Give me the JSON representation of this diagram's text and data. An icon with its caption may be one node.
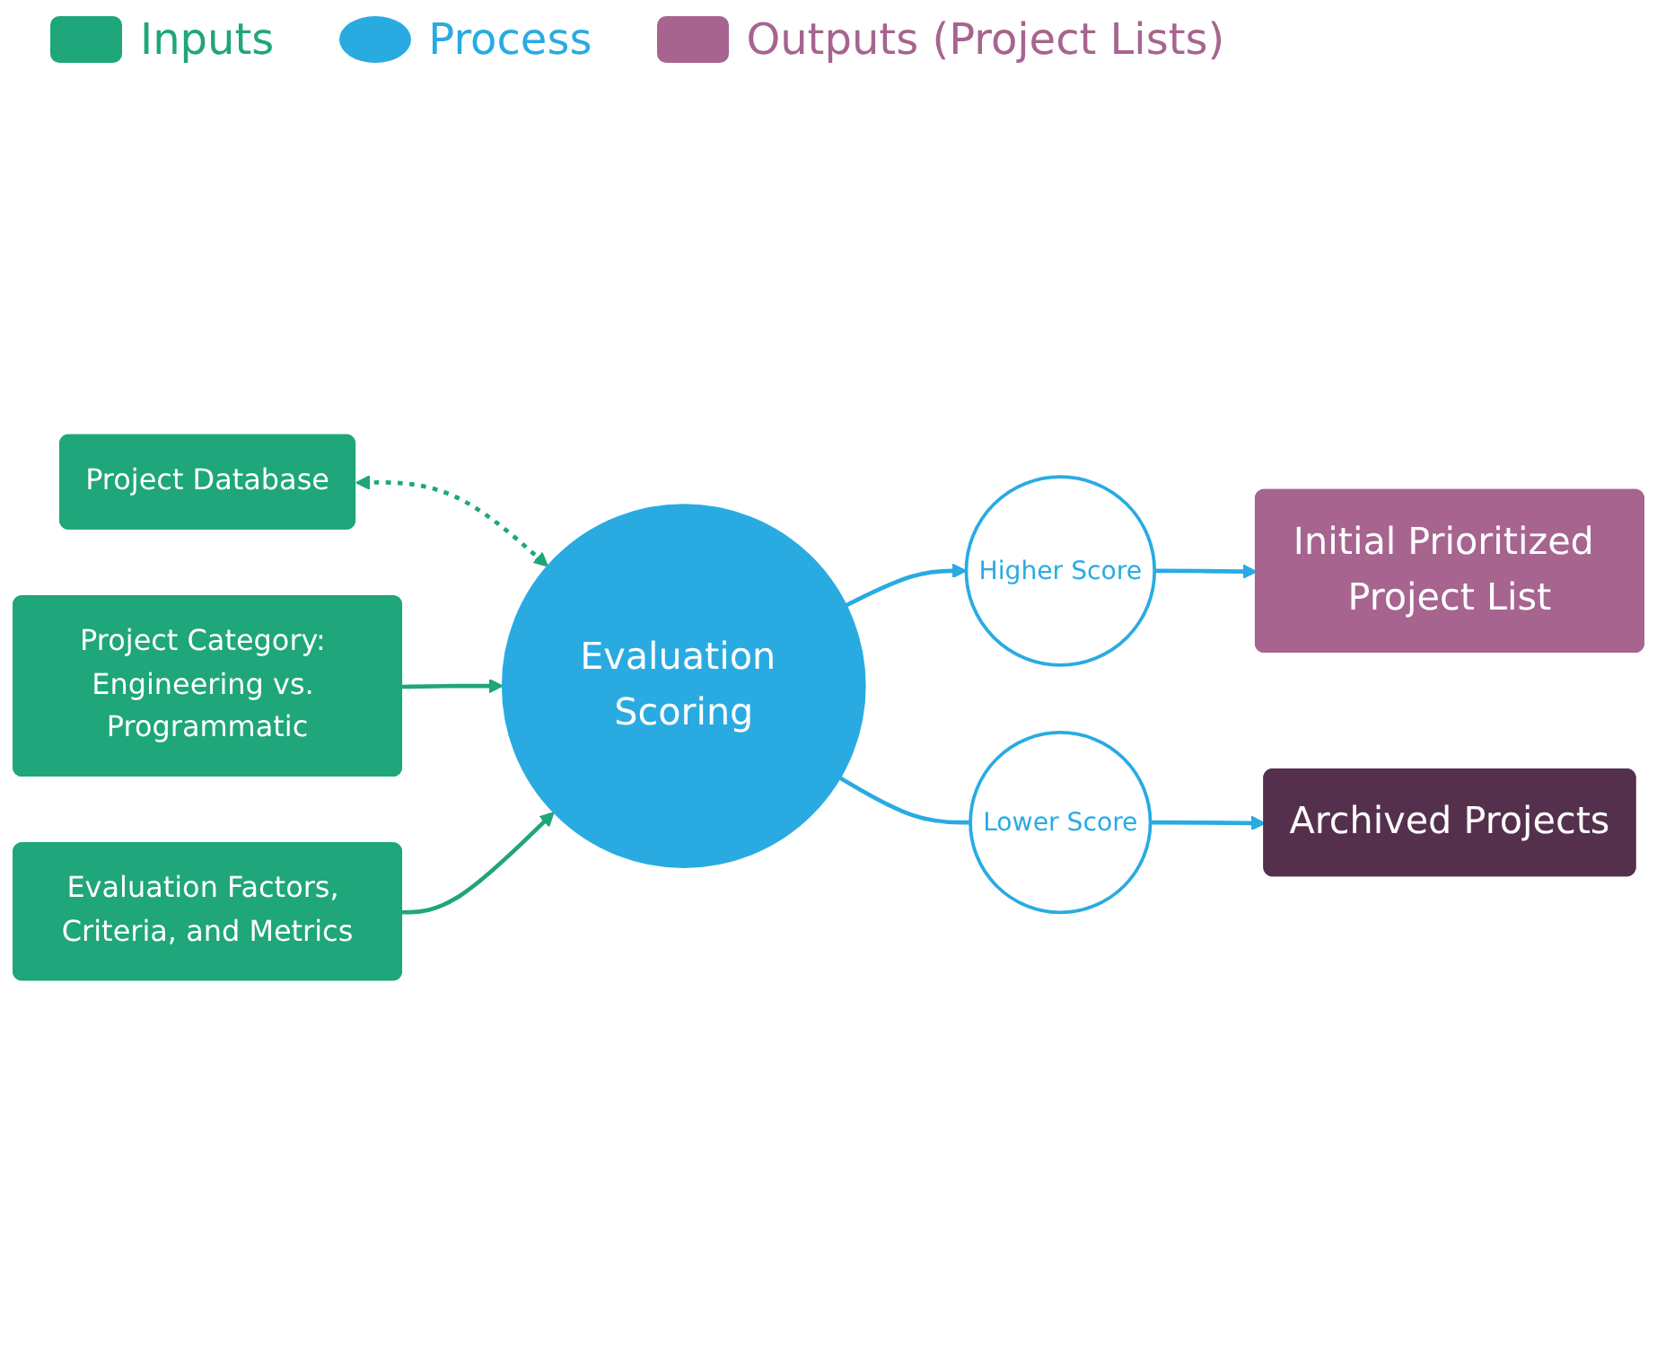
{
  "diagram": {
    "nodes": [
      {
        "text": [
          "Project Database"
        ]
      },
      {
        "text": [
          "Project Category: Engineering vs. Programmatic"
        ]
      },
      {
        "text": [
          "Evaluation Factors, Criteria, and Metrics"
        ]
      },
      {
        "text": [
          "Evaluation Scoring"
        ]
      },
      {
        "text": [
          "Higher Score"
        ]
      },
      {
        "text": [
          "Lower Score"
        ]
      },
      {
        "text": [
          "Initial Prioritized Project List"
        ]
      },
      {
        "text": [
          "Archived Projects"
        ]
      }
    ],
    "edges": [
      {
        "from": 0,
        "to": 3,
        "arrow": "both",
        "style": "dashed",
        "color": "#1fa67a"
      },
      {
        "from": 1,
        "to": 3,
        "arrow": "to",
        "color": "#1fa67a"
      },
      {
        "from": 2,
        "to": 3,
        "arrow": "to",
        "color": "#1fa67a"
      },
      {
        "from": 3,
        "to": 4,
        "arrow": "to",
        "color": "#29abe2"
      },
      {
        "from": 4,
        "to": 6,
        "arrow": "to",
        "color": "#29abe2"
      },
      {
        "from": 3,
        "to": 5,
        "arrow": "none",
        "color": "#29abe2"
      },
      {
        "from": 5,
        "to": 7,
        "arrow": "to",
        "color": "#29abe2"
      }
    ],
    "legend": [
      {
        "text": "Inputs",
        "color": "#1fa67a"
      },
      {
        "text": "Process",
        "color": "#29abe2"
      },
      {
        "text": "Outputs (Project Lists)",
        "color": "#a6648f"
      }
    ]
  }
}
